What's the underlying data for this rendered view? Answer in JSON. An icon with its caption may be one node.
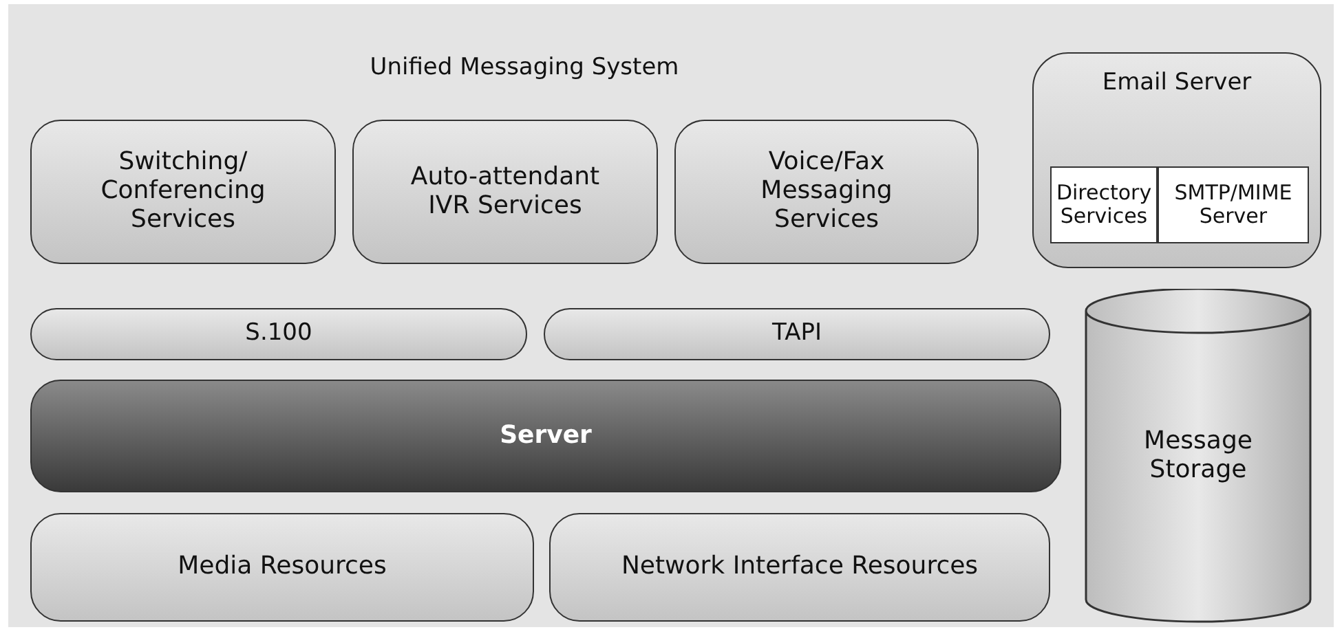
{
  "diagram": {
    "nodes": [
      {
        "text": [
          "Switching/ Conferencing Services"
        ]
      },
      {
        "text": [
          "Auto-attendant IVR Services"
        ]
      },
      {
        "text": [
          "Voice/Fax Messaging Services"
        ]
      },
      {
        "text": [
          "Email Server"
        ]
      },
      {
        "text": [
          "Directory Services"
        ],
        "in": 3
      },
      {
        "text": [
          "SMTP/MIME Server"
        ],
        "in": 3
      },
      {
        "text": [
          "S.100"
        ]
      },
      {
        "text": [
          "TAPI"
        ]
      },
      {
        "text": [
          "Server"
        ]
      },
      {
        "text": [
          "Media Resources"
        ]
      },
      {
        "text": [
          "Network Interface Resources"
        ]
      },
      {
        "text": [
          "Message Storage"
        ]
      }
    ],
    "title": "Unified Messaging System"
  }
}
